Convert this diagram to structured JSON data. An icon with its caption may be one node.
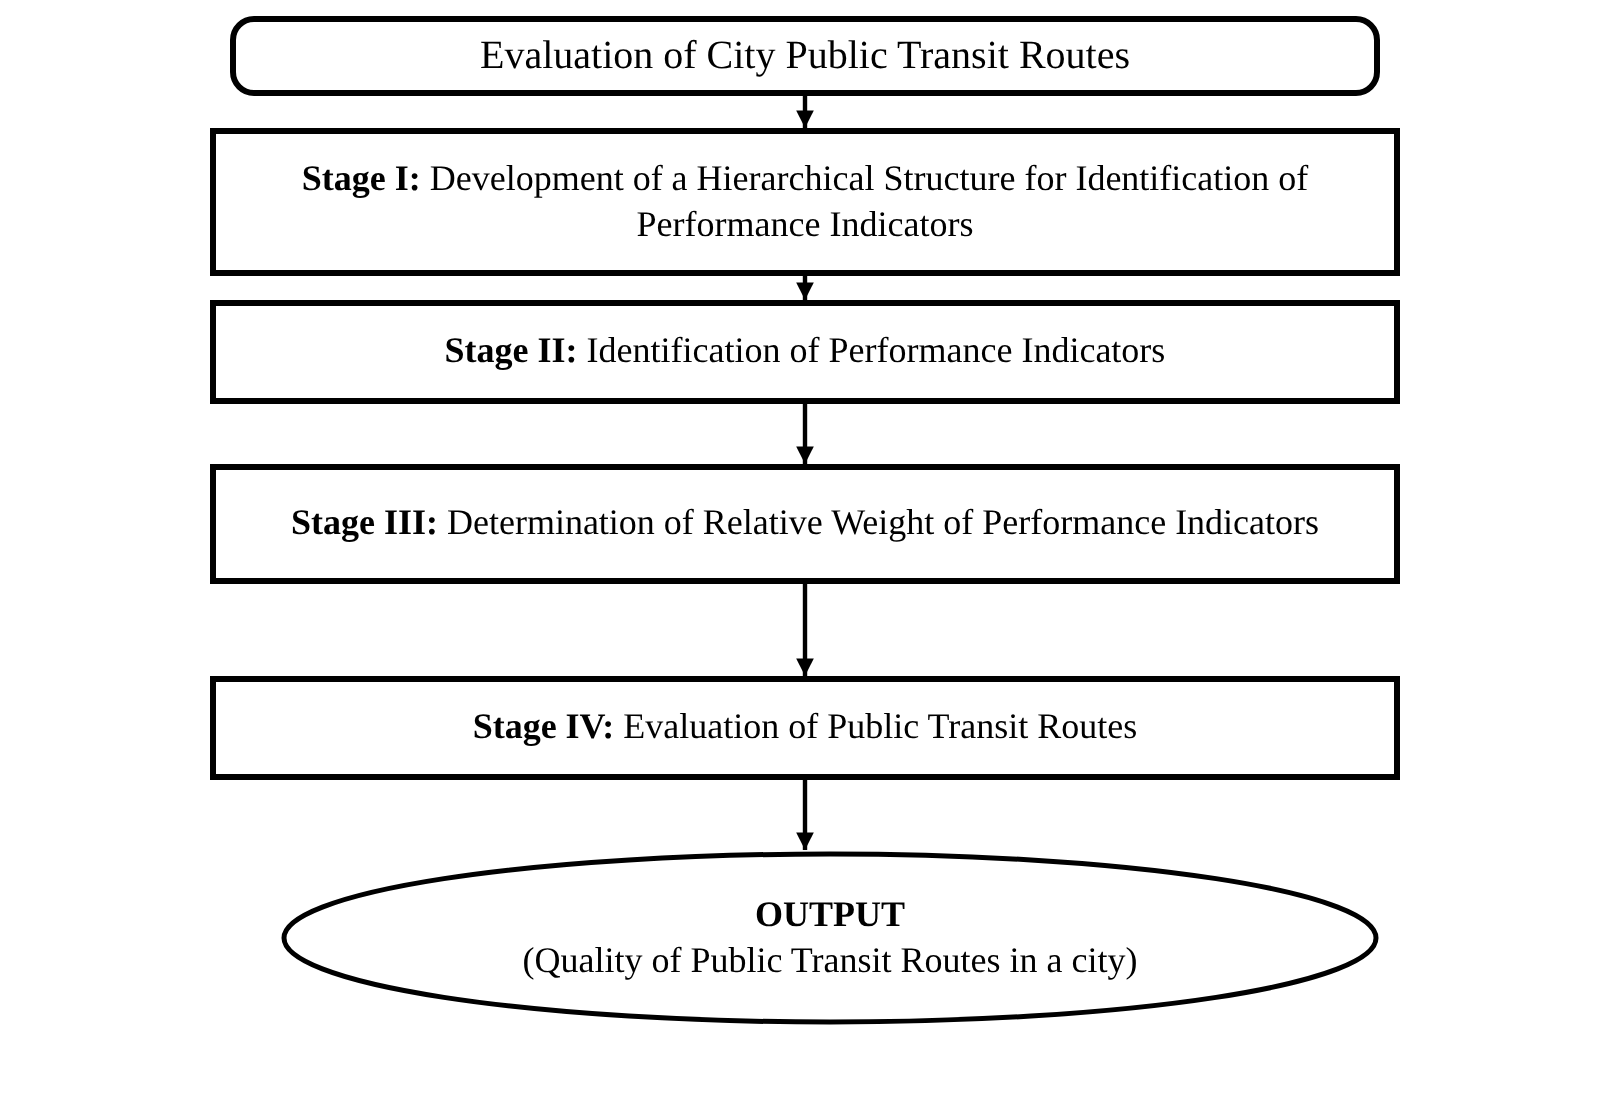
{
  "diagram": {
    "nodes": [
      {
        "text": [
          "Evaluation of City Public Transit Routes"
        ]
      },
      {
        "text": [
          "**Stage I:** Development of a Hierarchical Structure for Identification of Performance Indicators"
        ]
      },
      {
        "text": [
          "**Stage II:** Identification of Performance Indicators"
        ]
      },
      {
        "text": [
          "**Stage III:** Determination of Relative Weight of Performance Indicators"
        ]
      },
      {
        "text": [
          "**Stage IV:** Evaluation of Public Transit Routes"
        ]
      },
      {
        "text": [
          "OUTPUT",
          "(Quality of Public Transit Routes in a city)"
        ]
      }
    ],
    "edges": [
      {
        "from": 0,
        "to": 1,
        "arrow": "to"
      },
      {
        "from": 1,
        "to": 2,
        "arrow": "to"
      },
      {
        "from": 2,
        "to": 3,
        "arrow": "to"
      },
      {
        "from": 3,
        "to": 4,
        "arrow": "to"
      },
      {
        "from": 4,
        "to": 5,
        "arrow": "to"
      }
    ]
  }
}
